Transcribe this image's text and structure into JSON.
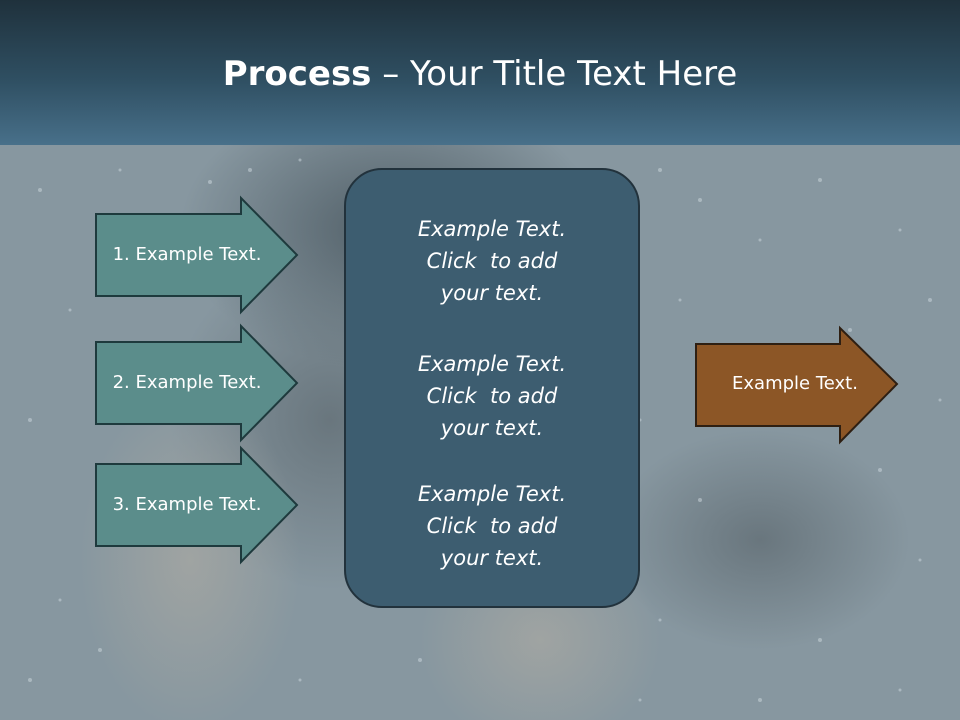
{
  "title": {
    "bold": "Process",
    "rest": " – Your Title Text Here"
  },
  "left_arrows": [
    {
      "label": "1. Example Text."
    },
    {
      "label": "2. Example Text."
    },
    {
      "label": "3. Example Text."
    }
  ],
  "center_box": {
    "blocks": [
      {
        "line1": "Example Text.",
        "line2": "Click  to add",
        "line3": "your text."
      },
      {
        "line1": "Example Text.",
        "line2": "Click  to add",
        "line3": "your text."
      },
      {
        "line1": "Example Text.",
        "line2": "Click  to add",
        "line3": "your text."
      }
    ]
  },
  "right_arrow": {
    "label": "Example Text."
  },
  "colors": {
    "teal_arrow": "#5b8d8b",
    "teal_stroke": "#1e3a3d",
    "center_box": "#3d5d70",
    "brown_arrow": "#8c5626",
    "brown_stroke": "#2e1f12",
    "header_top": "#1f313c",
    "header_bottom": "#48708a"
  }
}
